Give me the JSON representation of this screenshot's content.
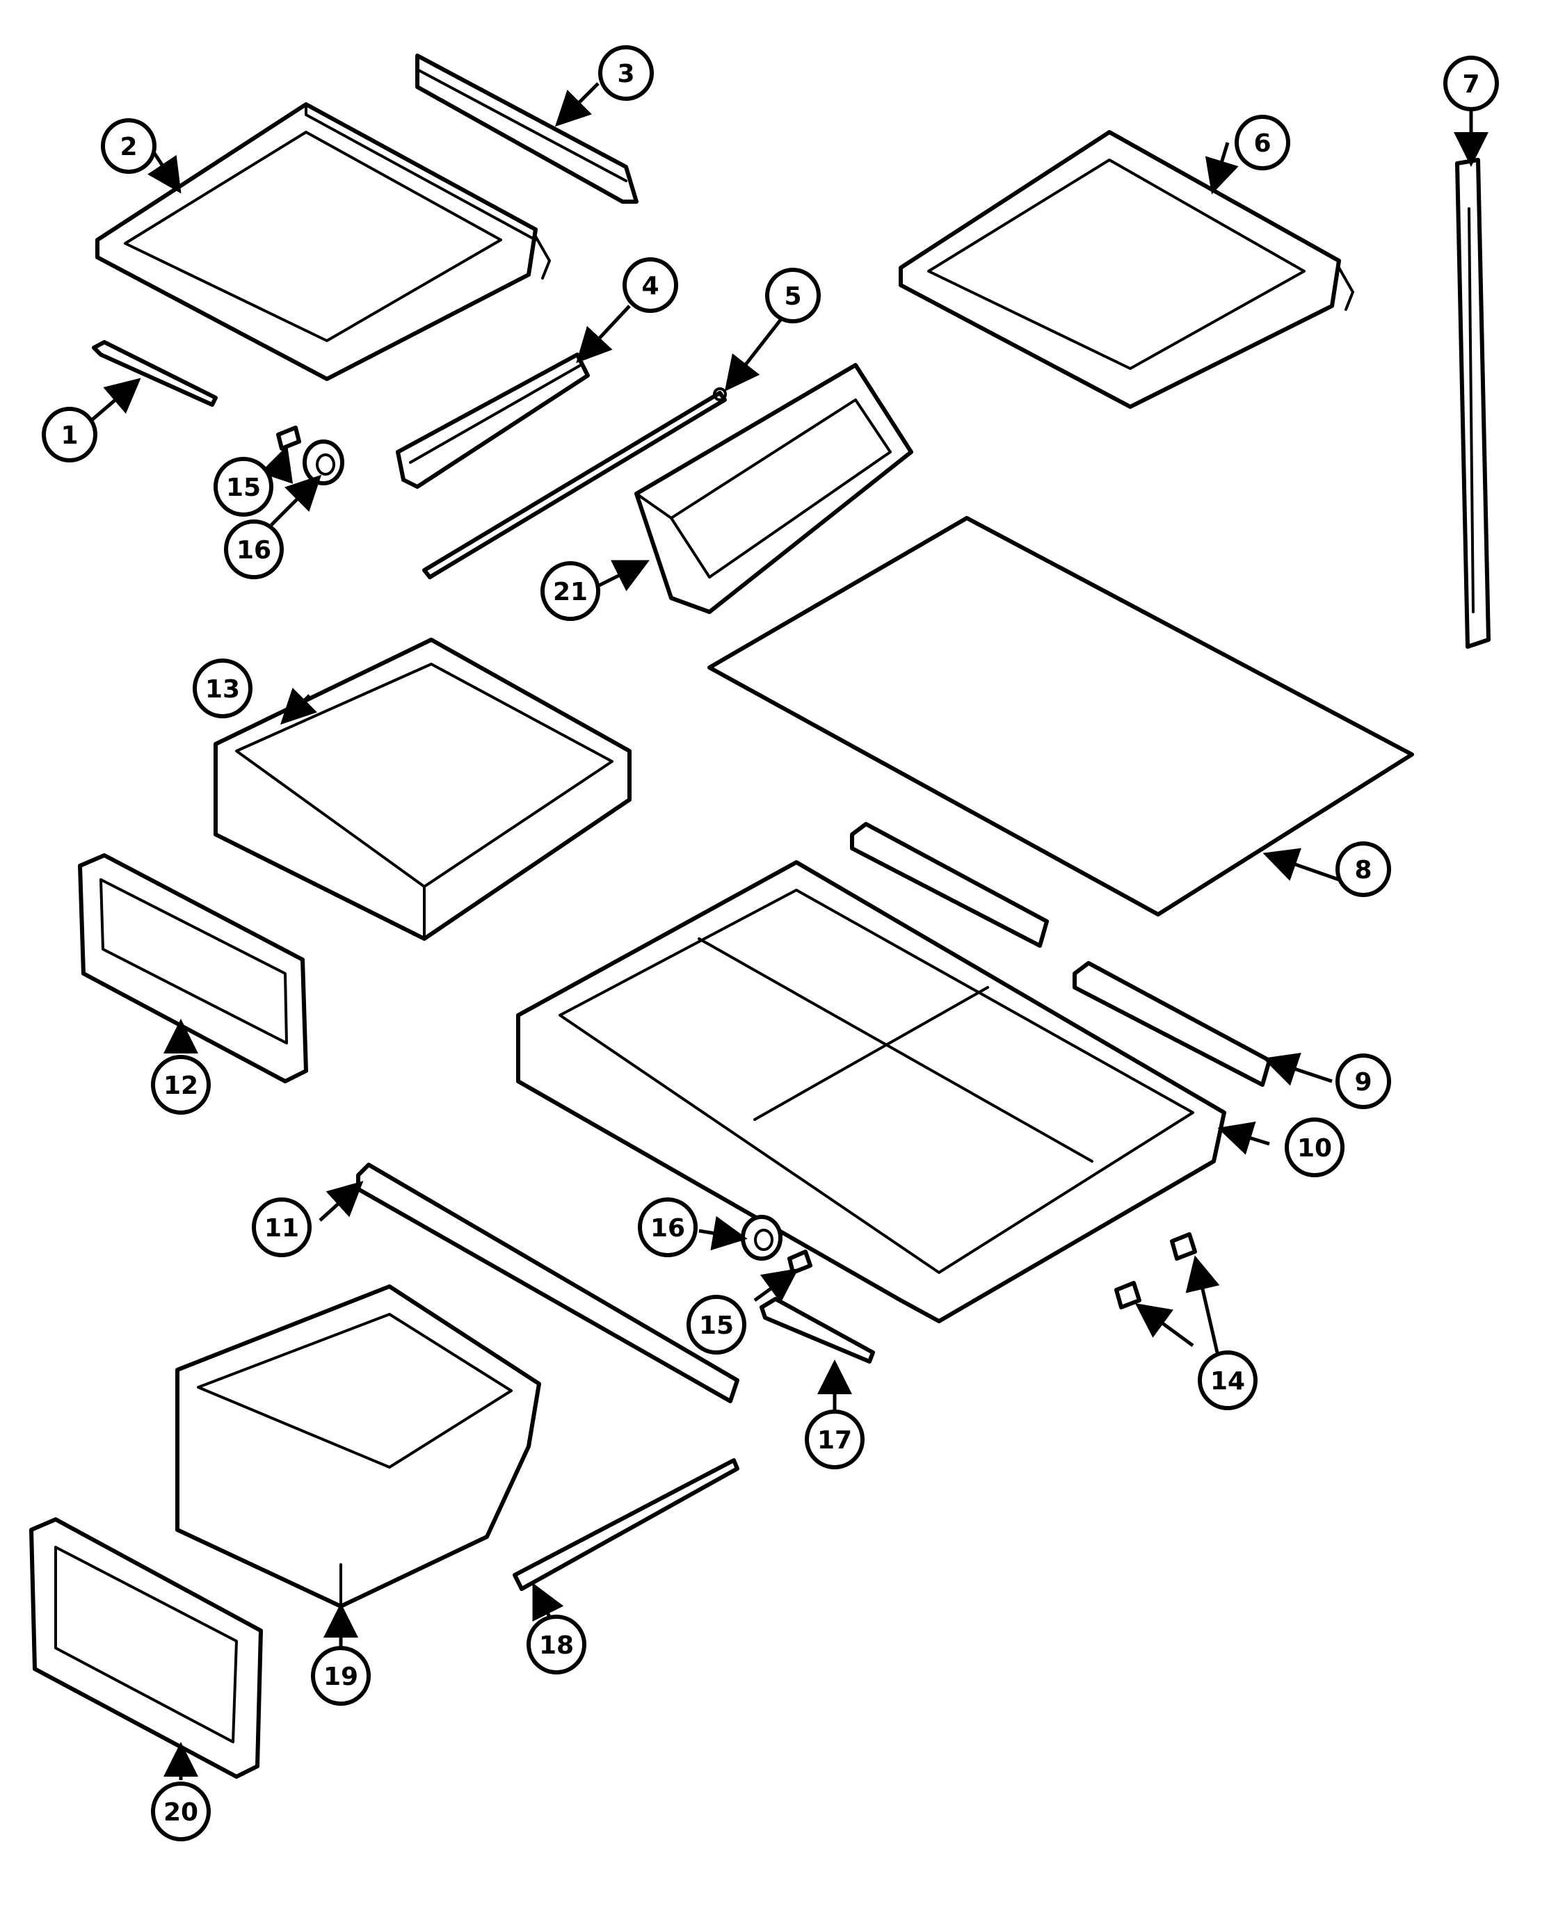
{
  "diagram": {
    "callouts": [
      {
        "id": "c1",
        "label": "1"
      },
      {
        "id": "c2",
        "label": "2"
      },
      {
        "id": "c3",
        "label": "3"
      },
      {
        "id": "c4",
        "label": "4"
      },
      {
        "id": "c5",
        "label": "5"
      },
      {
        "id": "c6",
        "label": "6"
      },
      {
        "id": "c7",
        "label": "7"
      },
      {
        "id": "c8",
        "label": "8"
      },
      {
        "id": "c9",
        "label": "9"
      },
      {
        "id": "c10",
        "label": "10"
      },
      {
        "id": "c11",
        "label": "11"
      },
      {
        "id": "c12",
        "label": "12"
      },
      {
        "id": "c13",
        "label": "13"
      },
      {
        "id": "c14",
        "label": "14"
      },
      {
        "id": "c15a",
        "label": "15"
      },
      {
        "id": "c15b",
        "label": "15"
      },
      {
        "id": "c16a",
        "label": "16"
      },
      {
        "id": "c16b",
        "label": "16"
      },
      {
        "id": "c17",
        "label": "17"
      },
      {
        "id": "c18",
        "label": "18"
      },
      {
        "id": "c19",
        "label": "19"
      },
      {
        "id": "c20",
        "label": "20"
      },
      {
        "id": "c21",
        "label": "21"
      }
    ]
  }
}
